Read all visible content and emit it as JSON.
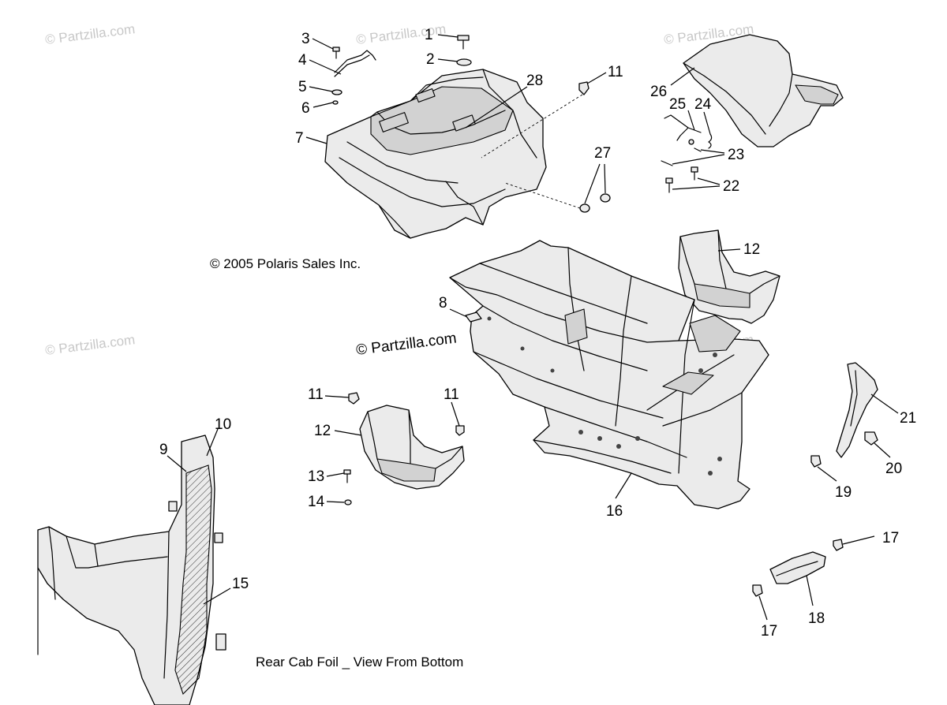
{
  "watermarks": {
    "top_left": "© Partzilla.com",
    "top_center": "© Partzilla.com",
    "top_right": "© Partzilla.com",
    "mid_left": "© Partzilla.com",
    "mid_right": "© Partzilla.com",
    "center_dark": "© Partzilla.com"
  },
  "copyright": "© 2005 Polaris Sales Inc.",
  "detail_caption": "Rear Cab Foil _ View From Bottom",
  "callouts": {
    "c1": "1",
    "c2": "2",
    "c3": "3",
    "c4": "4",
    "c5": "5",
    "c6": "6",
    "c7": "7",
    "c8": "8",
    "c9": "9",
    "c10": "10",
    "c11a": "11",
    "c11b": "11",
    "c11c": "11",
    "c12a": "12",
    "c12b": "12",
    "c13": "13",
    "c14": "14",
    "c15": "15",
    "c16": "16",
    "c17a": "17",
    "c17b": "17",
    "c18": "18",
    "c19": "19",
    "c20": "20",
    "c21": "21",
    "c22": "22",
    "c23": "23",
    "c24": "24",
    "c25": "25",
    "c26": "26",
    "c27": "27",
    "c28": "28"
  }
}
